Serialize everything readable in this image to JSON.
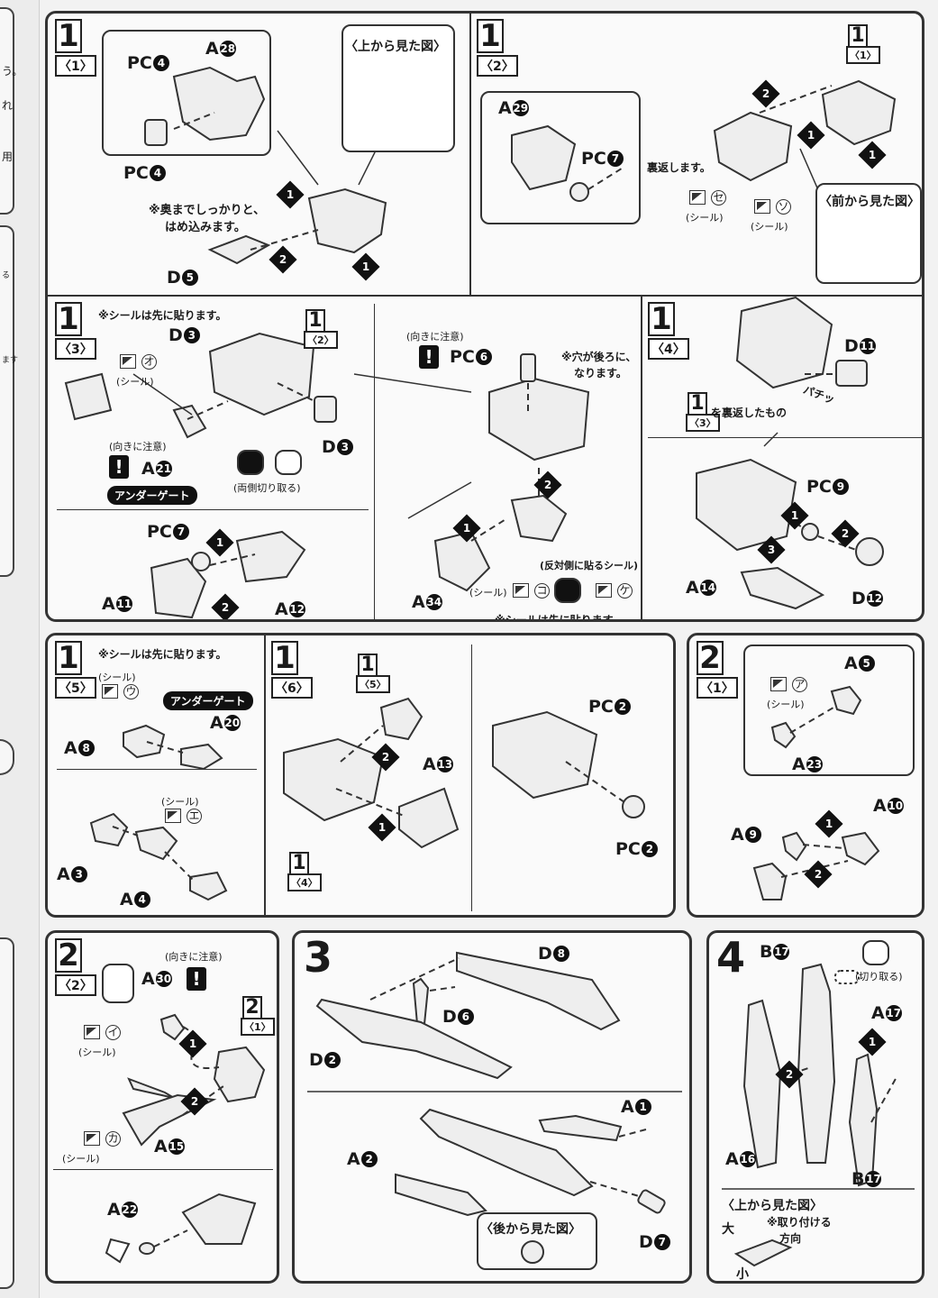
{
  "edge": {
    "fragments": [
      "う。",
      "れ",
      "用",
      "る",
      "ます"
    ]
  },
  "labels": {
    "PC": "PC",
    "A": "A",
    "B": "B",
    "D": "D",
    "seal": "(シール)",
    "under_gate": "アンダーゲート",
    "caution": "(向きに注意)",
    "exclaim": "!"
  },
  "step1_1": {
    "step": "1",
    "sub": "〈1〉",
    "callout_title": "〈上から見た図〉",
    "note_line1": "※奥までしっかりと、",
    "note_line2": "はめ込みます。",
    "parts": {
      "pc4a": "4",
      "a28": "28",
      "pc4b": "4",
      "d5": "5"
    },
    "arrows": [
      "1",
      "2",
      "1"
    ]
  },
  "step1_2": {
    "step": "1",
    "sub": "〈2〉",
    "ref_step": "1",
    "ref_sub": "〈1〉",
    "flip_note": "裏返します。",
    "callout_title": "〈前から見た図〉",
    "parts": {
      "a29": "29",
      "pc7": "7"
    },
    "stickers": [
      "セ",
      "ソ"
    ],
    "arrows": [
      "2",
      "1",
      "1"
    ]
  },
  "step1_3": {
    "step": "1",
    "sub": "〈3〉",
    "note_top": "※シールは先に貼ります。",
    "ref_step": "1",
    "ref_sub": "〈2〉",
    "cut_note": "(両側切り取る)",
    "hole_note_1": "※穴が後ろに、",
    "hole_note_2": "なります。",
    "reverse_note": "(反対側に貼るシール)",
    "note_bottom": "※シールは先に貼ります。",
    "parts": {
      "d3a": "3",
      "a21": "21",
      "d3b": "3",
      "pc7": "7",
      "a11": "11",
      "a12": "12",
      "pc6": "6",
      "a34": "34"
    },
    "stickers": [
      "オ",
      "コ",
      "ケ"
    ],
    "arrows": [
      "1",
      "2",
      "1",
      "2"
    ]
  },
  "step1_4": {
    "step": "1",
    "sub": "〈4〉",
    "ref_step": "1",
    "ref_sub": "〈3〉",
    "ref_note": "を裏返したもの",
    "sound": "パチッ",
    "parts": {
      "d11": "11",
      "pc9": "9",
      "a14": "14",
      "d12": "12"
    },
    "arrows": [
      "1",
      "2",
      "3"
    ]
  },
  "step1_5": {
    "step": "1",
    "sub": "〈5〉",
    "note_top": "※シールは先に貼ります。",
    "parts": {
      "a8": "8",
      "a20": "20",
      "a3": "3",
      "a4": "4"
    },
    "stickers": [
      "ウ",
      "エ"
    ]
  },
  "step1_6": {
    "step": "1",
    "sub": "〈6〉",
    "ref_top_step": "1",
    "ref_top_sub": "〈5〉",
    "ref_bottom_step": "1",
    "ref_bottom_sub": "〈4〉",
    "parts": {
      "a13": "13",
      "pc2a": "2",
      "pc2b": "2"
    },
    "arrows": [
      "2",
      "1"
    ]
  },
  "step2_1": {
    "step": "2",
    "sub": "〈1〉",
    "parts": {
      "a5": "5",
      "a23": "23",
      "a9": "9",
      "a10": "10"
    },
    "stickers": [
      "ア"
    ],
    "arrows": [
      "1",
      "2"
    ]
  },
  "step2_2": {
    "step": "2",
    "sub": "〈2〉",
    "ref_step": "2",
    "ref_sub": "〈1〉",
    "parts": {
      "a30": "30",
      "a15": "15",
      "a22": "22"
    },
    "stickers": [
      "イ",
      "カ"
    ],
    "arrows": [
      "1",
      "2"
    ]
  },
  "step3": {
    "step": "3",
    "callout_title": "〈後から見た図〉",
    "parts": {
      "d8": "8",
      "d6": "6",
      "d2": "2",
      "a1": "1",
      "a2": "2",
      "d7": "7"
    }
  },
  "step4": {
    "step": "4",
    "cut_note": "(切り取る)",
    "callout_title": "〈上から見た図〉",
    "big": "大",
    "small": "小",
    "attach_note_1": "※取り付ける",
    "attach_note_2": "方向",
    "parts": {
      "b17a": "17",
      "a17": "17",
      "a16": "16",
      "b17b": "17"
    },
    "arrows": [
      "1",
      "2"
    ]
  }
}
